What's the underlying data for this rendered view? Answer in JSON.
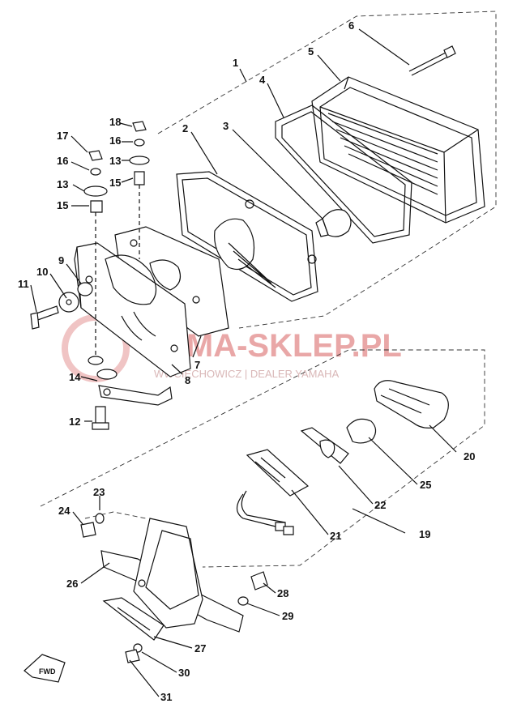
{
  "watermark": {
    "title": "YAMA-SKLEP.PL",
    "subtitle": "WWCIECHOWICZ | DEALER YAMAHA",
    "color": "#e9a7a7"
  },
  "fwd_label": "FWD",
  "callouts": [
    "1",
    "2",
    "3",
    "4",
    "5",
    "6",
    "7",
    "8",
    "9",
    "10",
    "11",
    "12",
    "13",
    "13",
    "14",
    "15",
    "15",
    "16",
    "16",
    "17",
    "18",
    "19",
    "20",
    "21",
    "22",
    "23",
    "24",
    "25",
    "26",
    "27",
    "28",
    "29",
    "30",
    "31"
  ]
}
